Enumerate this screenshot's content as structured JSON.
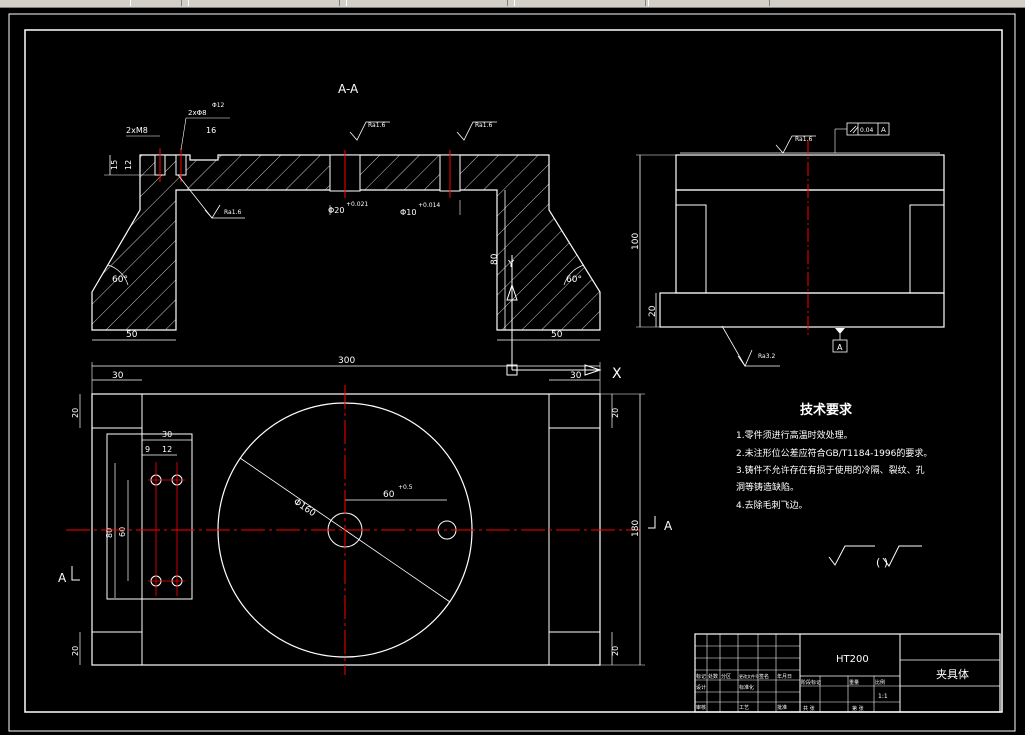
{
  "section_label": "A-A",
  "dims": {
    "d300": "300",
    "d30_left": "30",
    "d30_right": "30",
    "d50_left": "50",
    "d50_right": "50",
    "d15": "15",
    "d12": "12",
    "d16": "16",
    "d80": "80",
    "d100": "100",
    "d20_side": "20",
    "d180": "180",
    "d20_tl": "20",
    "d20_tr": "20",
    "d20_bl": "20",
    "d20_br": "20",
    "d30_plate": "30",
    "d9": "9",
    "d12_plate": "12",
    "d80_plate": "80",
    "d60_plate": "60",
    "phi160": "Φ160",
    "d60_tol": "60",
    "tol_60": "+0.5",
    "angle_left": "60°",
    "angle_right": "60°",
    "hole_2xm8": "2xM8",
    "hole_2xphi": "2xΦ8",
    "hole_phi12": "Φ12",
    "phi20": "Φ20",
    "tol_phi20": "+0.021",
    "phi10": "Φ10",
    "tol_phi10": "+0.014",
    "ra_16a": "Ra1.6",
    "ra_16b": "Ra1.6",
    "ra_16c": "Ra1.6",
    "ra_16d": "Ra1.6",
    "ra_32": "Ra3.2",
    "tol_parallel": "0.04",
    "datum_a": "A",
    "datum_box": "A",
    "x_label": "X",
    "y_label": "Y",
    "section_mark_left": "A",
    "section_mark_right": "A"
  },
  "tech": {
    "title": "技术要求",
    "items": [
      "1.零件须进行高温时效处理。",
      "2.未注形位公差应符合GB/T1184-1996的要求。",
      "3.铸件不允许存在有损于使用的冷隔、裂纹、孔",
      "洞等铸造缺陷。",
      "4.去除毛刺飞边。"
    ]
  },
  "roughness_note": "(   )",
  "title_block": {
    "material": "HT200",
    "part_name": "夹具体",
    "ratio": "1:1",
    "cells": [
      "标记",
      "处数",
      "分区",
      "更改文件号",
      "签名",
      "年月日",
      "设计",
      "标准化",
      "阶段标记",
      "重量",
      "比例",
      "审核",
      "工艺",
      "批准",
      "共 张",
      "第 张"
    ]
  },
  "colors": {
    "line": "#ffffff",
    "center": "#ff0000",
    "bg": "#000000"
  }
}
